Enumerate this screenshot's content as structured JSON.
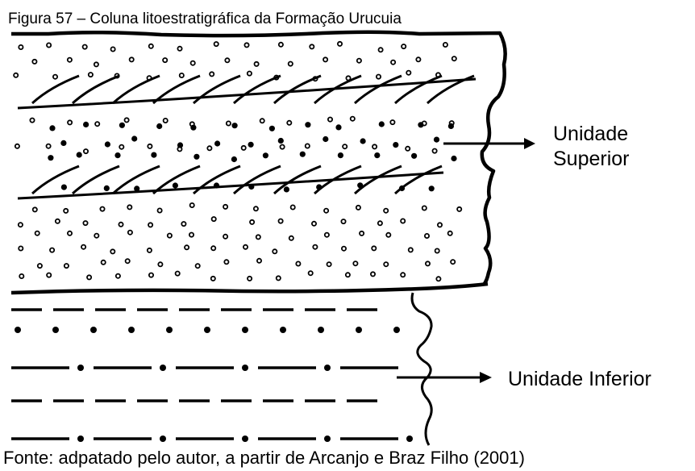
{
  "figure": {
    "caption": "Figura 57 – Coluna litoestratigráfica da Formação Urucuia",
    "source": "Fonte: adpatado pelo autor, a partir de Arcanjo e Braz Filho (2001)"
  },
  "units": {
    "upper": {
      "label_line1": "Unidade",
      "label_line2": "Superior"
    },
    "lower": {
      "label": "Unidade Inferior"
    }
  }
}
